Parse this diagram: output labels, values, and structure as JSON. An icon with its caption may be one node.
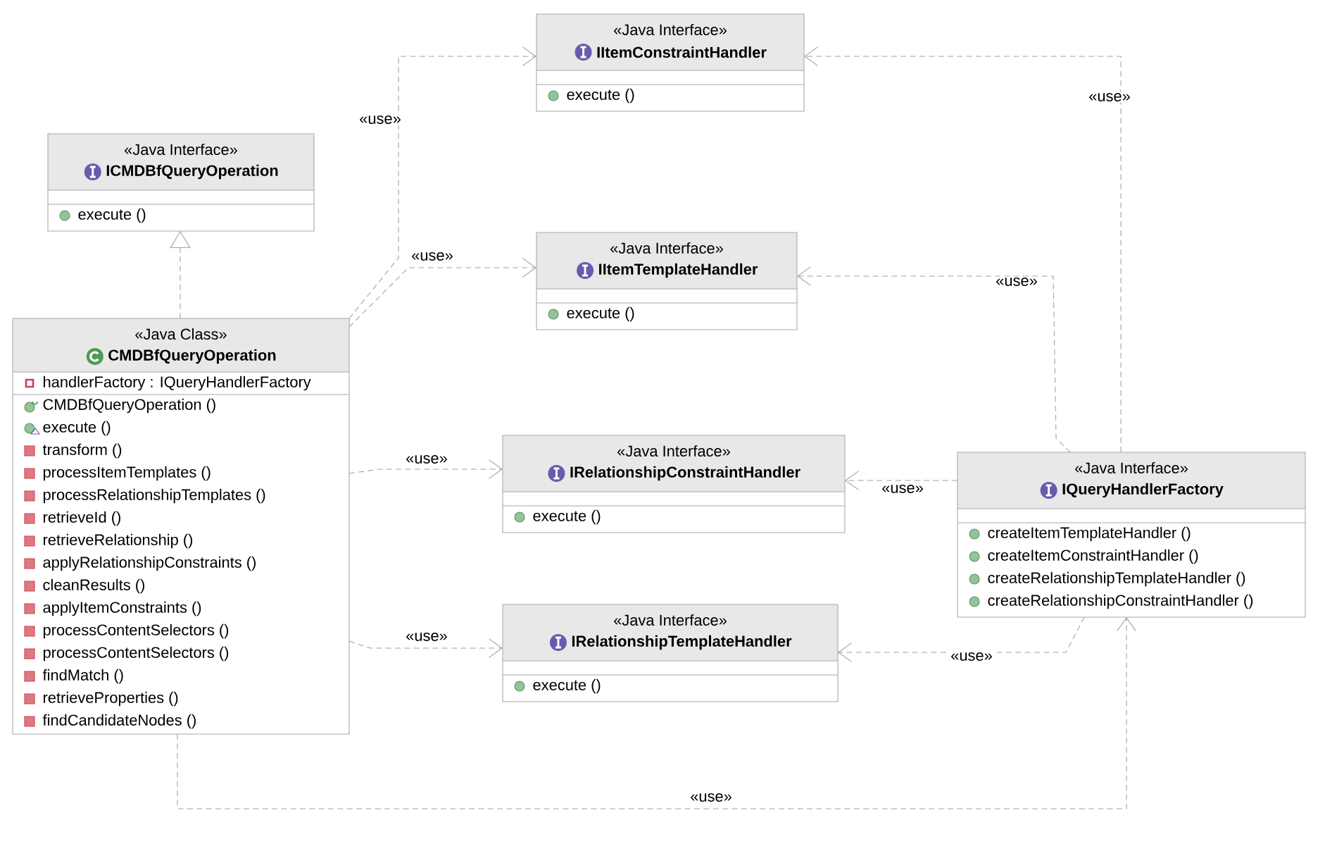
{
  "diagram": {
    "nodes": [
      {
        "text": [
          "«Java Interface»",
          "IItemConstraintHandler",
          "execute ()"
        ]
      },
      {
        "text": [
          "«Java Interface»",
          "ICMDBfQueryOperation",
          "execute ()"
        ]
      },
      {
        "text": [
          "«Java Interface»",
          "IItemTemplateHandler",
          "execute ()"
        ]
      },
      {
        "text": [
          "«Java Class»",
          "CMDBfQueryOperation",
          "handlerFactory : IQueryHandlerFactory",
          "CMDBfQueryOperation ()",
          "execute ()",
          "transform ()",
          "processItemTemplates ()",
          "processRelationshipTemplates ()",
          "retrieveId ()",
          "retrieveRelationship ()",
          "applyRelationshipConstraints ()",
          "cleanResults ()",
          "applyItemConstraints ()",
          "processContentSelectors ()",
          "processContentSelectors ()",
          "findMatch ()",
          "retrieveProperties ()",
          "findCandidateNodes ()"
        ]
      },
      {
        "text": [
          "«Java Interface»",
          "IRelationshipConstraintHandler",
          "execute ()"
        ]
      },
      {
        "text": [
          "«Java Interface»",
          "IQueryHandlerFactory",
          "createItemTemplateHandler ()",
          "createItemConstraintHandler ()",
          "createRelationshipTemplateHandler ()",
          "createRelationshipConstraintHandler ()"
        ]
      },
      {
        "text": [
          "«Java Interface»",
          "IRelationshipTemplateHandler",
          "execute ()"
        ]
      }
    ],
    "edges": [
      {
        "from": 3,
        "to": 1,
        "arrow": "to",
        "style": "dashed"
      },
      {
        "from": 3,
        "to": 0,
        "arrow": "to",
        "style": "dashed",
        "label": "«use»"
      },
      {
        "from": 3,
        "to": 2,
        "arrow": "to",
        "style": "dashed",
        "label": "«use»"
      },
      {
        "from": 3,
        "to": 4,
        "arrow": "to",
        "style": "dashed",
        "label": "«use»"
      },
      {
        "from": 3,
        "to": 6,
        "arrow": "to",
        "style": "dashed",
        "label": "«use»"
      },
      {
        "from": 3,
        "to": 5,
        "arrow": "to",
        "style": "dashed",
        "label": "«use»"
      },
      {
        "from": 5,
        "to": 0,
        "arrow": "to",
        "style": "dashed",
        "label": "«use»"
      },
      {
        "from": 5,
        "to": 2,
        "arrow": "to",
        "style": "dashed",
        "label": "«use»"
      },
      {
        "from": 5,
        "to": 4,
        "arrow": "to",
        "style": "dashed",
        "label": "«use»"
      },
      {
        "from": 5,
        "to": 6,
        "arrow": "to",
        "style": "dashed",
        "label": "«use»"
      }
    ]
  }
}
